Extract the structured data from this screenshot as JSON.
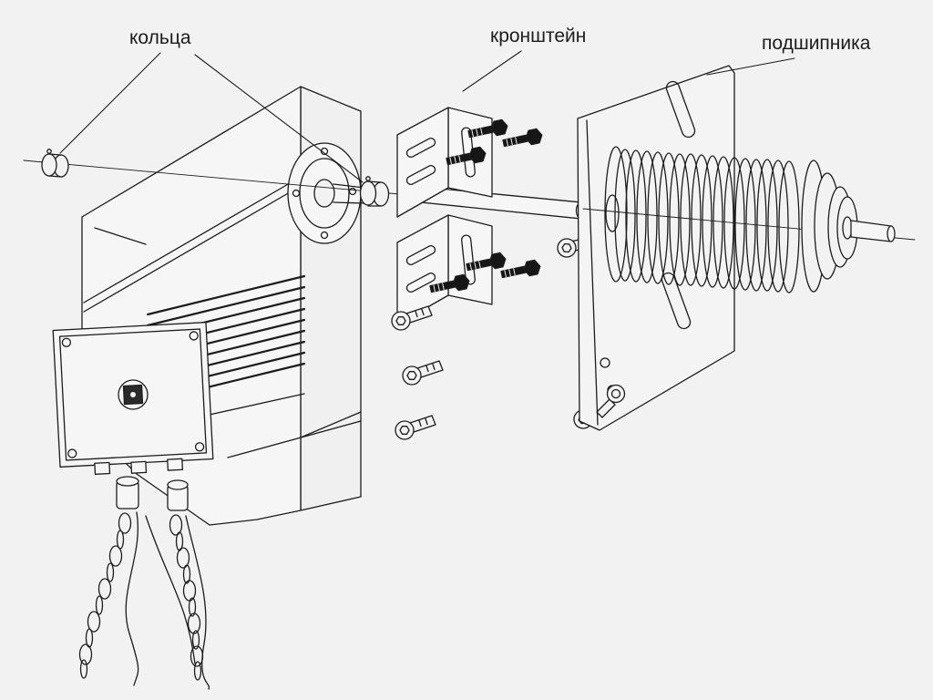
{
  "colors": {
    "background": "#f2f2f2",
    "line": "#1c1c1c",
    "bolt": "#161616"
  },
  "labels": {
    "rings": "кольца",
    "bracket": "кронштейн",
    "bearing": "подшипника"
  }
}
